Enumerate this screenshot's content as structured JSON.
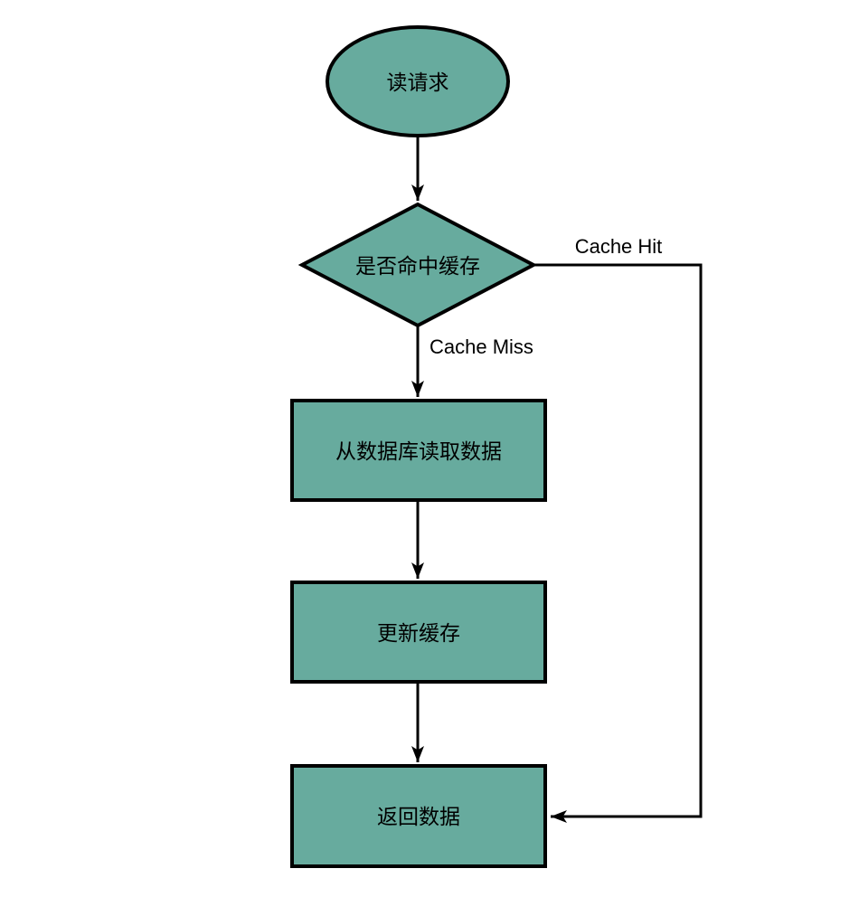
{
  "diagram": {
    "type": "flowchart",
    "background_color": "#FFFFFF",
    "node_fill": "#67AB9E",
    "node_stroke": "#000000",
    "edge_color": "#000000",
    "nodes": {
      "start": {
        "shape": "ellipse",
        "label": "读请求"
      },
      "decision": {
        "shape": "diamond",
        "label": "是否命中缓存"
      },
      "read_db": {
        "shape": "rectangle",
        "label": "从数据库读取数据"
      },
      "update_cache": {
        "shape": "rectangle",
        "label": "更新缓存"
      },
      "return_data": {
        "shape": "rectangle",
        "label": "返回数据"
      }
    },
    "edges": {
      "start_to_decision": {
        "from": "start",
        "to": "decision",
        "label": ""
      },
      "cache_miss": {
        "from": "decision",
        "to": "read_db",
        "label": "Cache Miss"
      },
      "read_db_to_update_cache": {
        "from": "read_db",
        "to": "update_cache",
        "label": ""
      },
      "update_cache_to_return_data": {
        "from": "update_cache",
        "to": "return_data",
        "label": ""
      },
      "cache_hit": {
        "from": "decision",
        "to": "return_data",
        "label": "Cache Hit"
      }
    }
  }
}
